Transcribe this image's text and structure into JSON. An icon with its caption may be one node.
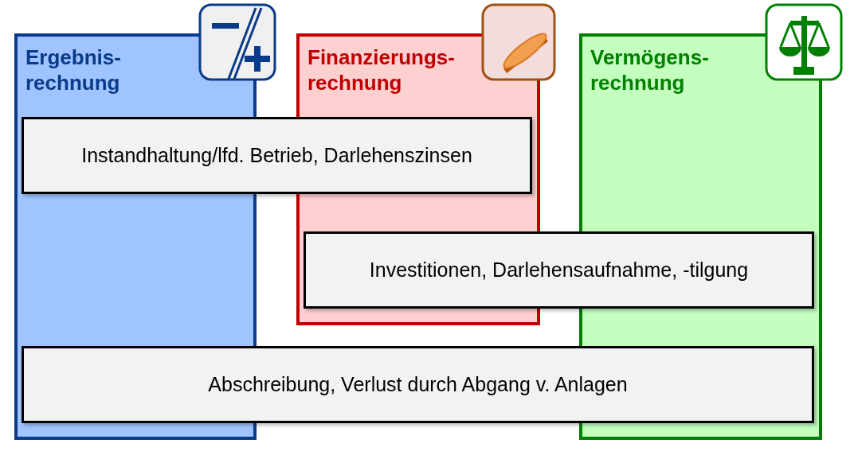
{
  "diagram": {
    "nodes": [
      {
        "text": [
          "Ergebnis- rechnung"
        ]
      },
      {
        "text": [
          "Finanzierungs- rechnung"
        ]
      },
      {
        "text": [
          "Vermögens- rechnung"
        ]
      },
      {
        "text": [
          "Instandhaltung/lfd. Betrieb, Darlehenszinsen"
        ]
      },
      {
        "text": [
          "Investitionen, Darlehensaufnahme, -tilgung"
        ]
      },
      {
        "text": [
          "Abschreibung, Verlust durch Abgang v. Anlagen"
        ]
      }
    ]
  }
}
